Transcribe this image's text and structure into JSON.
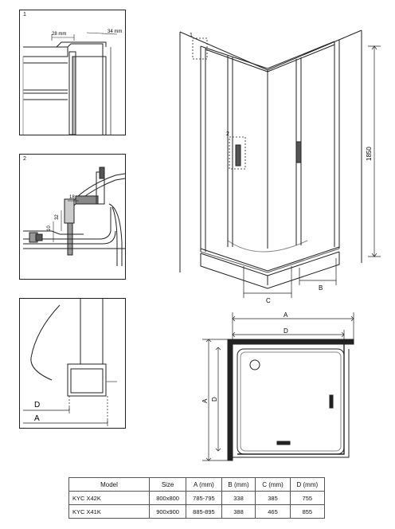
{
  "details": [
    {
      "number": "1",
      "dims": [
        "28 mm",
        "34 mm"
      ]
    },
    {
      "number": "2",
      "dims": [
        "18",
        "32",
        "10"
      ]
    },
    {
      "number": "",
      "labels": [
        "D",
        "A"
      ]
    }
  ],
  "enclosure": {
    "height_label": "1850",
    "callouts": [
      "1",
      "2"
    ],
    "dim_labels": [
      "B",
      "C"
    ]
  },
  "plan": {
    "labels": [
      "A",
      "D",
      "A",
      "D"
    ]
  },
  "spec_table": {
    "headers": [
      "Model",
      "Size",
      "A (mm)",
      "B (mm)",
      "C (mm)",
      "D (mm)"
    ],
    "rows": [
      [
        "KYC X42K",
        "800x800",
        "785-795",
        "338",
        "385",
        "755"
      ],
      [
        "KYC X41K",
        "900x900",
        "885-895",
        "388",
        "465",
        "855"
      ]
    ]
  }
}
